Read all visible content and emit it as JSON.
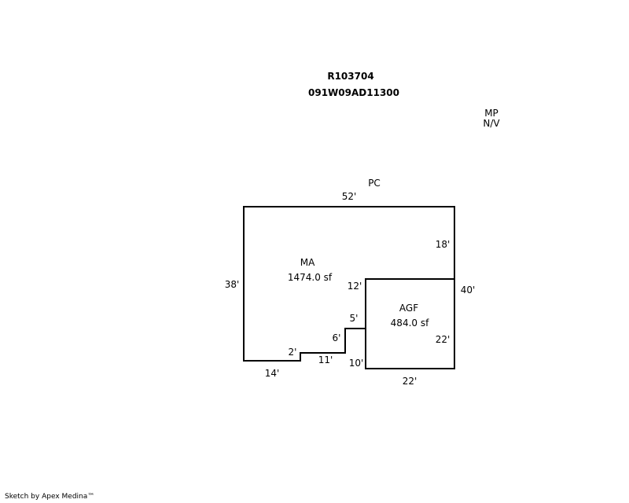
{
  "header": {
    "account": "R103704",
    "map_number": "091W09AD11300"
  },
  "corner_note": {
    "line1": "MP",
    "line2": "N/V"
  },
  "top_label": "PC",
  "areas": {
    "main": {
      "code": "MA",
      "area": "1474.0 sf"
    },
    "garage": {
      "code": "AGF",
      "area": "484.0 sf"
    }
  },
  "dimensions": {
    "top": "52'",
    "left": "38'",
    "right_upper": "18'",
    "right_total": "40'",
    "bottom_left": "14'",
    "step_small": "2'",
    "step_mid": "11'",
    "step_rise": "6'",
    "step_top": "5'",
    "garage_inner_top": "12'",
    "garage_left_lower": "10'",
    "garage_right": "22'",
    "garage_bottom": "22'"
  },
  "footer": {
    "credit": "Sketch by Apex Medina™"
  }
}
